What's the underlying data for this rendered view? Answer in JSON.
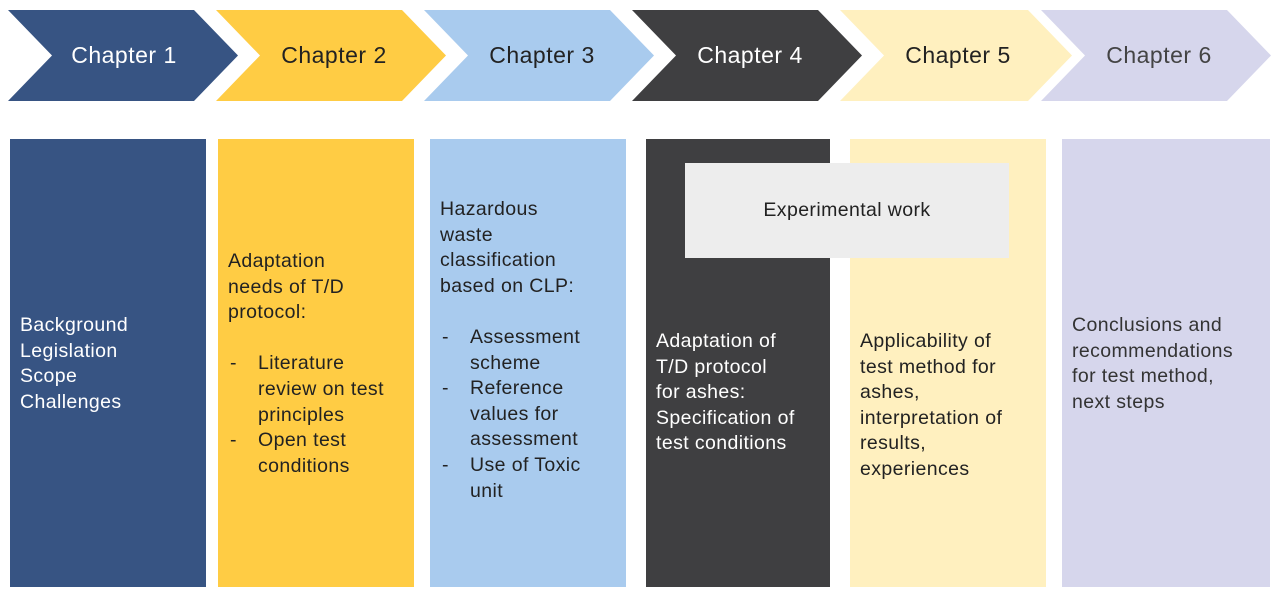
{
  "chapters": [
    {
      "label": "Chapter 1",
      "color": "#375483",
      "text_color": "#ffffff"
    },
    {
      "label": "Chapter 2",
      "color": "#ffcc44",
      "text_color": "#222222"
    },
    {
      "label": "Chapter 3",
      "color": "#a9cbee",
      "text_color": "#222222"
    },
    {
      "label": "Chapter 4",
      "color": "#3f3f41",
      "text_color": "#ffffff"
    },
    {
      "label": "Chapter 5",
      "color": "#fff0bf",
      "text_color": "#222222"
    },
    {
      "label": "Chapter 6",
      "color": "#d6d6ec",
      "text_color": "#444444"
    }
  ],
  "columns": [
    {
      "lines": [
        "Background",
        "Legislation",
        "Scope",
        "Challenges"
      ]
    },
    {
      "intro": [
        "Adaptation",
        "needs of T/D",
        "protocol:"
      ],
      "bullets": [
        [
          "Literature",
          "review on test",
          "principles"
        ],
        [
          "Open test",
          "conditions"
        ]
      ]
    },
    {
      "intro": [
        "Hazardous",
        "waste",
        "classification",
        "based on CLP:"
      ],
      "bullets": [
        [
          "Assessment",
          "scheme"
        ],
        [
          "Reference",
          "values for",
          "assessment"
        ],
        [
          "Use of Toxic",
          "unit"
        ]
      ]
    },
    {
      "lines": [
        "Adaptation of",
        "T/D protocol",
        "for ashes:",
        "Specification of",
        "test conditions"
      ]
    },
    {
      "lines": [
        "Applicability of",
        "test method for",
        "ashes,",
        "interpretation of",
        "results,",
        "experiences"
      ]
    },
    {
      "lines": [
        "Conclusions and",
        "recommendations",
        "for test method,",
        "next steps"
      ]
    }
  ],
  "experimental_work": "Experimental work"
}
